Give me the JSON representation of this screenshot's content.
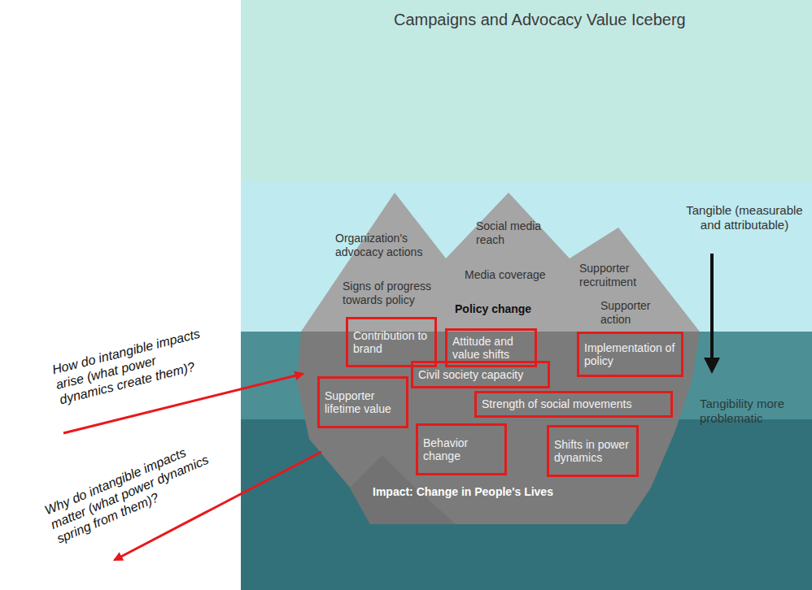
{
  "diagram": {
    "title": "Campaigns and Advocacy Value Iceberg",
    "nodes": [
      {
        "text": [
          "Contribution to brand"
        ]
      },
      {
        "text": [
          "Attitude and value shifts"
        ]
      },
      {
        "text": [
          "Implementation of policy"
        ]
      },
      {
        "text": [
          "Civil society capacity"
        ]
      },
      {
        "text": [
          "Supporter lifetime value"
        ]
      },
      {
        "text": [
          "Strength of social movements"
        ]
      },
      {
        "text": [
          "Behavior change"
        ]
      },
      {
        "text": [
          "Shifts in power dynamics"
        ]
      }
    ],
    "labels": [
      "Organization's advocacy actions",
      "Social media reach",
      "Media coverage",
      "Supporter recruitment",
      "Signs of progress towards policy",
      "Policy change",
      "Supporter action",
      "Tangible (measurable and attributable)",
      "Tangibility more problematic",
      "Impact: Change in People's Lives",
      "How do intangible impacts arise (what power dynamics create them)?",
      "Why do intangible impacts matter (what power dynamics spring from them)?"
    ]
  }
}
